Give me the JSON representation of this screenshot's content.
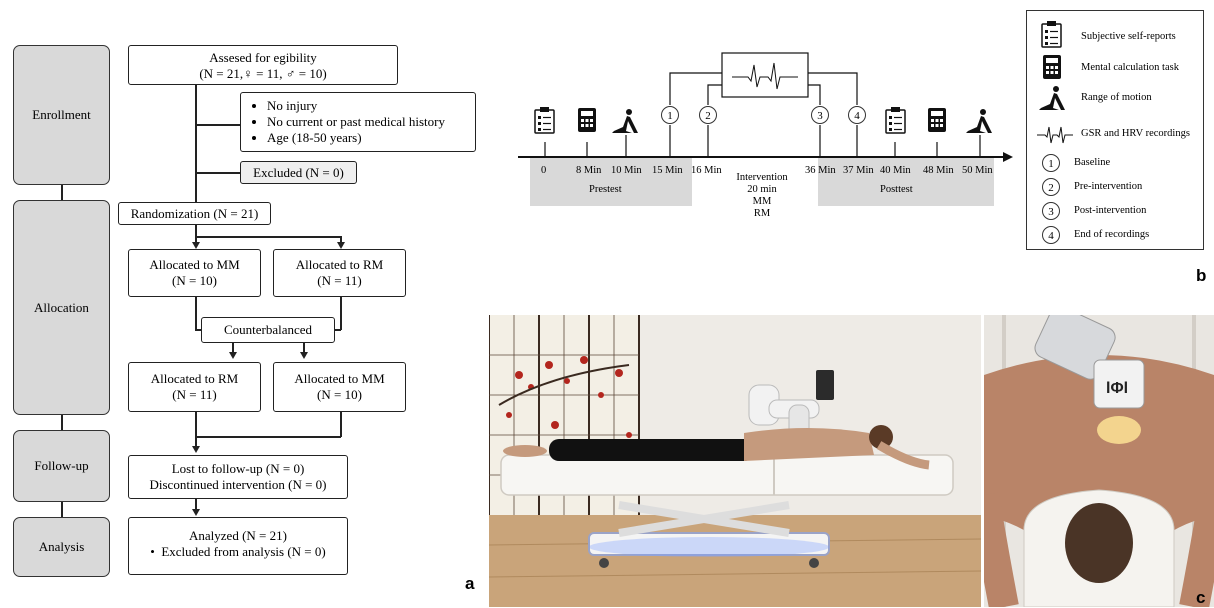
{
  "flow": {
    "stages": [
      "Enrollment",
      "Allocation",
      "Follow-up",
      "Analysis"
    ],
    "assessed_line1": "Assesed for egibility",
    "assessed_line2": "(N = 21,♀ = 11, ♂ = 10)",
    "criteria": [
      "No injury",
      "No current or past medical history",
      "Age (18-50 years)"
    ],
    "excluded": "Excluded (N = 0)",
    "randomization": "Randomization (N = 21)",
    "alloc_mm_1_line1": "Allocated to MM",
    "alloc_mm_1_line2": "(N = 10)",
    "alloc_rm_1_line1": "Allocated to RM",
    "alloc_rm_1_line2": "(N = 11)",
    "counterbalanced": "Counterbalanced",
    "alloc_rm_2_line1": "Allocated to RM",
    "alloc_rm_2_line2": "(N = 11)",
    "alloc_mm_2_line1": "Allocated to MM",
    "alloc_mm_2_line2": "(N = 10)",
    "lost_line1": "Lost to follow-up (N = 0)",
    "lost_line2": "Discontinued intervention (N = 0)",
    "analyzed_line1": "Analyzed (N = 21)",
    "analyzed_line2": "Excluded from analysis (N = 0)"
  },
  "timeline": {
    "ticks": [
      "0",
      "8 Min",
      "10 Min",
      "15 Min",
      "16 Min",
      "36 Min",
      "37 Min",
      "40 Min",
      "48 Min",
      "50 Min"
    ],
    "pretest": "Prestest",
    "posttest": "Posttest",
    "intervention": [
      "Intervention",
      "20 min",
      "MM",
      "RM"
    ],
    "markers": [
      "1",
      "2",
      "3",
      "4"
    ]
  },
  "legend": {
    "items": [
      {
        "icon": "clipboard-icon",
        "label": "Subjective self-reports"
      },
      {
        "icon": "calculator-icon",
        "label": "Mental calculation task"
      },
      {
        "icon": "stretch-pose-icon",
        "label": "Range of motion"
      },
      {
        "icon": "ecg-wave-icon",
        "label": "GSR and HRV recordings"
      },
      {
        "icon": "circle-1",
        "label": "Baseline"
      },
      {
        "icon": "circle-2",
        "label": "Pre-intervention"
      },
      {
        "icon": "circle-3",
        "label": "Post-intervention"
      },
      {
        "icon": "circle-4",
        "label": "End of recordings"
      }
    ],
    "numbers": [
      "1",
      "2",
      "3",
      "4"
    ]
  },
  "panels": {
    "a": "a",
    "b": "b",
    "c": "c"
  },
  "colors": {
    "stage_fill": "#d9d9d9",
    "timeline_shade": "#d9d9d9",
    "wall": "#ece9e4",
    "floor": "#c9a47a"
  }
}
